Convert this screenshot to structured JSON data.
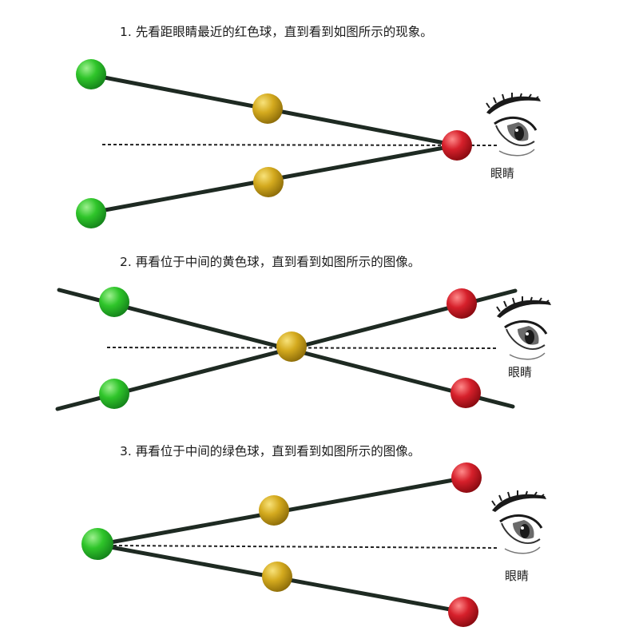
{
  "steps": [
    {
      "caption": "1. 先看距眼睛最近的红色球，直到看到如图所示的现象。",
      "eye_label": "眼睛"
    },
    {
      "caption": "2. 再看位于中间的黄色球，直到看到如图所示的图像。",
      "eye_label": "眼睛"
    },
    {
      "caption": "3. 再看位于中间的绿色球，直到看到如图所示的图像。",
      "eye_label": "眼睛"
    }
  ],
  "colors": {
    "green_ball": "#2fc52a",
    "yellow_ball": "#d4aa1e",
    "red_ball": "#d6202b",
    "string": "#1e2a22",
    "dotted_line": "#222222"
  },
  "icons": [
    "eye-icon"
  ]
}
